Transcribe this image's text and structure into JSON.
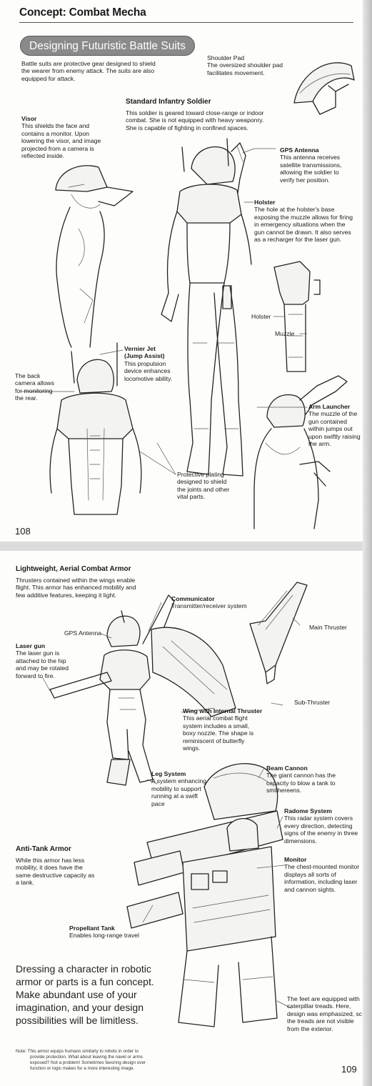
{
  "page1": {
    "chapter_title": "Concept: Combat Mecha",
    "section_title": "Designing Futuristic Battle Suits",
    "intro": [
      "Battle suits are protective gear designed to shield",
      "the wearer from enemy attack. The suits are also",
      "equipped for attack."
    ],
    "shoulder_pad": {
      "title": "Shoulder Pad",
      "lines": [
        "The oversized shoulder pad",
        "facilitates movement."
      ]
    },
    "standard": {
      "title": "Standard Infantry Soldier",
      "lines": [
        "This soldier is geared toward close-range or indoor",
        "combat. She is not equipped with heavy weaponry.",
        "She is capable of fighting in confined spaces."
      ]
    },
    "visor": {
      "title": "Visor",
      "lines": [
        "This shields the face and",
        "contains a monitor. Upon",
        "lowering the visor, and image",
        "projected from a camera is",
        "reflected inside."
      ]
    },
    "gps": {
      "title": "GPS Antenna",
      "lines": [
        "This antenna receives",
        "satellite transmissions,",
        "allowing the soldier to",
        "verify her position."
      ]
    },
    "holster": {
      "title": "Holster",
      "lines": [
        "The hole at the holster's base",
        "exposing the muzzle allows for firing",
        "in emergency situations when the",
        "gun cannot be drawn. It also serves",
        "as a recharger for the laser gun."
      ]
    },
    "holster_label": "Holster",
    "muzzle_label": "Muzzle",
    "vernier": {
      "title_lines": [
        "Vernier Jet",
        "(Jump Assist)"
      ],
      "lines": [
        "This propulsion",
        "device enhances",
        "locomotive ability."
      ]
    },
    "back_camera": [
      "The back",
      "camera allows",
      "for monitoring",
      "the rear."
    ],
    "arm_launcher": {
      "title": "Arm Launcher",
      "lines": [
        "The muzzle of the",
        "gun contained",
        "within jumps out",
        "upon swiftly raising",
        "the arm."
      ]
    },
    "plating": [
      "Protective plating",
      "designed to shield",
      "the joints and other",
      "vital parts."
    ],
    "page_number": "108"
  },
  "page2": {
    "lightweight": {
      "title": "Lightweight, Aerial Combat Armor",
      "lines": [
        "Thrusters contained within the wings enable",
        "flight. This armor has enhanced mobility and",
        "few additive features, keeping it light."
      ]
    },
    "communicator": {
      "title": "Communicator",
      "lines": [
        "Transmitter/receiver system"
      ]
    },
    "gps_label": "GPS Antenna",
    "main_thruster": "Main Thruster",
    "laser_gun": {
      "title": "Laser gun",
      "lines": [
        "The laser gun is",
        "attached to the hip",
        "and may be rotated",
        "forward to fire."
      ]
    },
    "sub_thruster": "Sub-Thruster",
    "wing": {
      "title": "Wing with Internal Thruster",
      "lines": [
        "This aerial combat flight",
        "system includes a small,",
        "boxy nozzle. The shape is",
        "reminiscent of butterfly",
        "wings."
      ]
    },
    "leg": {
      "title": "Leg System",
      "lines": [
        "A system enhancing",
        "mobility to support",
        "running at a swift",
        "pace"
      ]
    },
    "beam": {
      "title": "Beam Cannon",
      "lines": [
        "The giant cannon has the",
        "capacity to blow a tank to",
        "smithereens."
      ]
    },
    "radome": {
      "title": "Radome System",
      "lines": [
        "This radar system covers",
        "every direction, detecting",
        "signs of the enemy in three",
        "dimensions."
      ]
    },
    "antitank": {
      "title": "Anti-Tank Armor",
      "lines": [
        "While this armor has less",
        "mobility, it does have the",
        "same destructive capacity as",
        "a tank."
      ]
    },
    "monitor": {
      "title": "Monitor",
      "lines": [
        "The chest-mounted monitor",
        "displays all sorts of",
        "information, including laser",
        "and cannon sights."
      ]
    },
    "propellant": {
      "title": "Propellant Tank",
      "lines": [
        "Enables long-range travel"
      ]
    },
    "closing": [
      "Dressing a character in robotic",
      "armor or parts is a fun concept.",
      "Make abundant use of your",
      "imagination, and your design",
      "possibilities will be limitless."
    ],
    "feet": [
      "The feet are equipped with",
      "caterpillar treads. Here,",
      "design was emphasized, sc",
      "the treads are not visible",
      "from the exterior."
    ],
    "note": [
      "Note: This armor equips humans similarly to robots in order to",
      "provide protection. What about leaving the navel or arms",
      "exposed? Not a problem! Sometimes favoring design over",
      "function or logic makes for a more interesting image."
    ],
    "page_number": "109"
  }
}
